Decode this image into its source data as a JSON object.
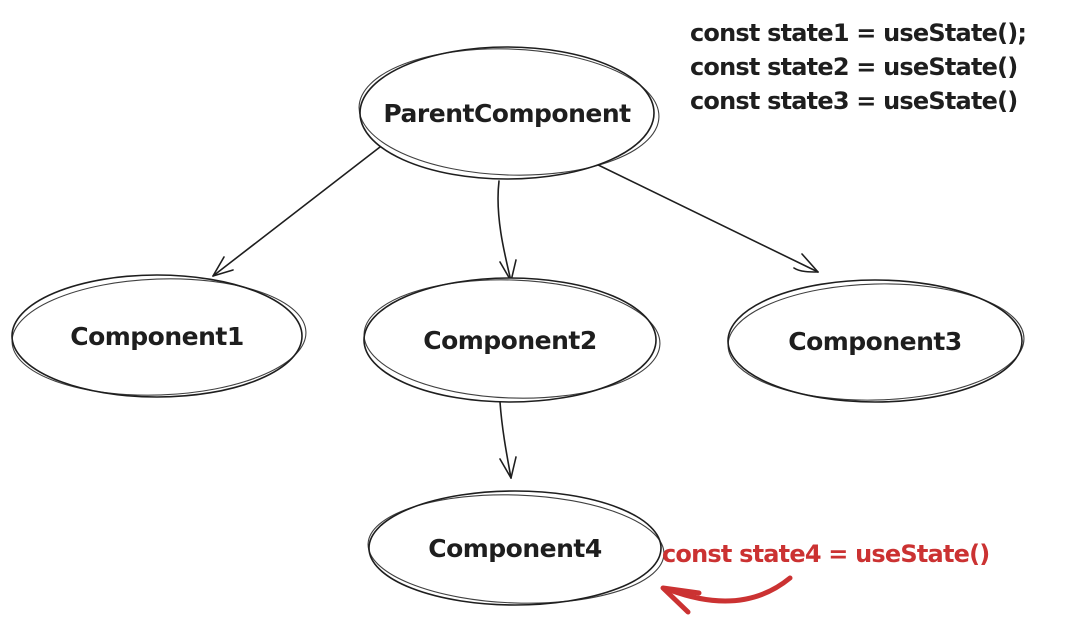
{
  "colors": {
    "ink": "#1e1e1e",
    "annotation_red": "#cb3232"
  },
  "code_block": {
    "lines": [
      "const state1 = useState();",
      "const state2 = useState()",
      "const state3 = useState()"
    ]
  },
  "nodes": {
    "parent": {
      "label": "ParentComponent"
    },
    "component1": {
      "label": "Component1"
    },
    "component2": {
      "label": "Component2"
    },
    "component3": {
      "label": "Component3"
    },
    "component4": {
      "label": "Component4"
    }
  },
  "edges": [
    {
      "from": "ParentComponent",
      "to": "Component1"
    },
    {
      "from": "ParentComponent",
      "to": "Component2"
    },
    {
      "from": "ParentComponent",
      "to": "Component3"
    },
    {
      "from": "Component2",
      "to": "Component4"
    },
    {
      "from": "annotation",
      "to": "Component4"
    }
  ],
  "annotation": {
    "text": "const state4 = useState()"
  }
}
